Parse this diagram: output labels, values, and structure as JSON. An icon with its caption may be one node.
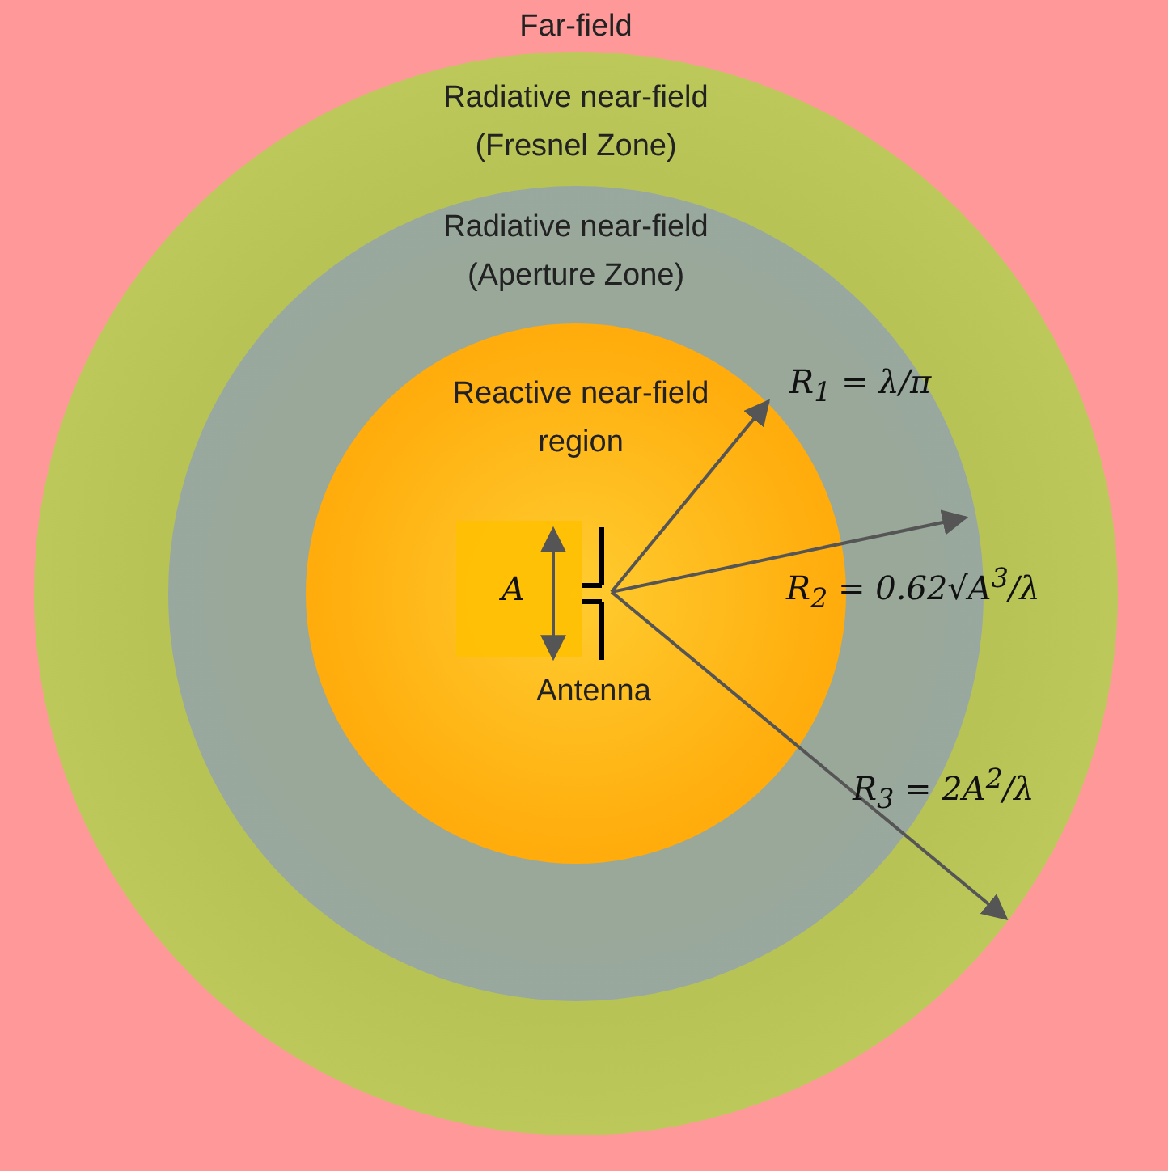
{
  "diagram": {
    "nodes": [
      {
        "text": [
          "Far-field"
        ]
      },
      {
        "text": [
          "Radiative near-field (Fresnel Zone)"
        ],
        "in": 0
      },
      {
        "text": [
          "Radiative near-field (Aperture Zone)"
        ],
        "in": 1
      },
      {
        "text": [
          "Reactive near-field region"
        ],
        "in": 2
      },
      {
        "text": [],
        "shape": "antenna",
        "beside": [
          "Antenna"
        ],
        "in": 3
      }
    ],
    "edges": [],
    "labels": [
      "A",
      "R$_{1}$ = λ/π",
      "R$_{2}$ = 0.62√A$^{3}$/λ",
      "R$_{3}$ = 2A$^{2}$/λ"
    ]
  }
}
